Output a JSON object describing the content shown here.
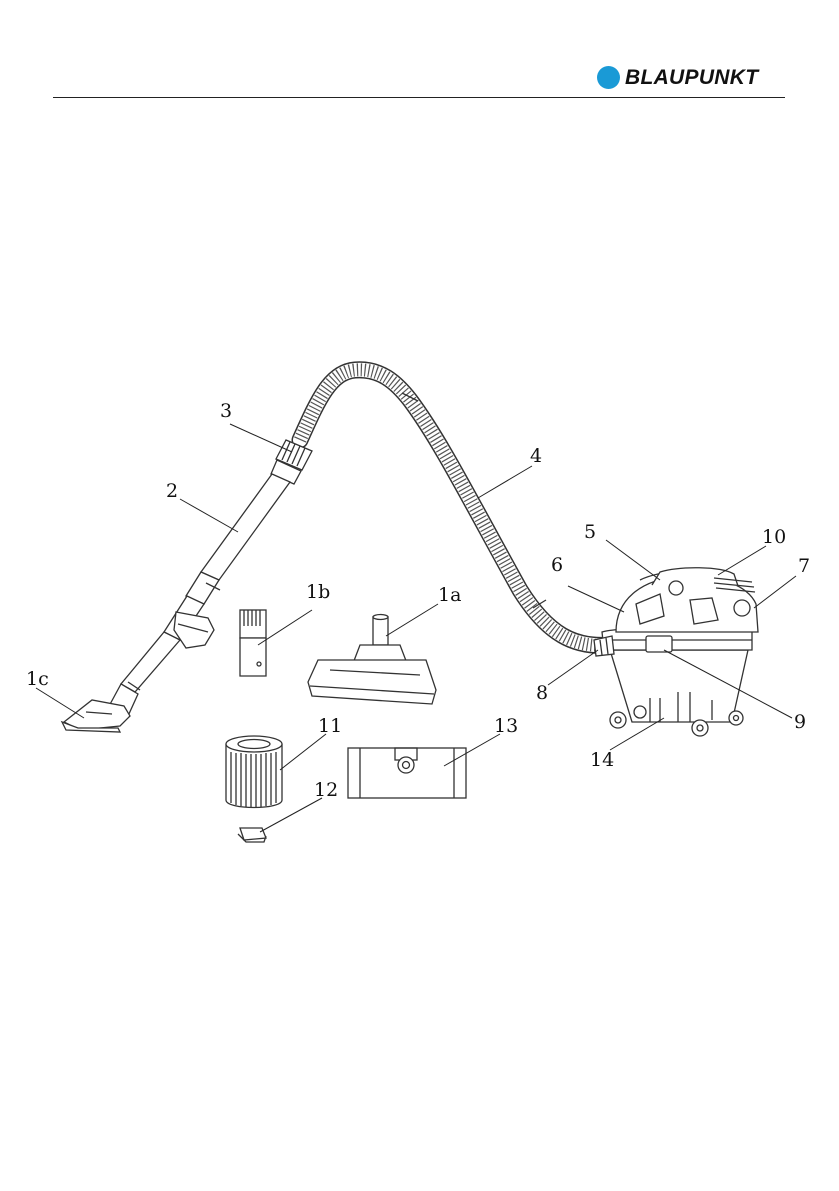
{
  "header": {
    "brand": "BLAUPUNKT",
    "brand_color": "#1a9ad6"
  },
  "callouts": [
    {
      "id": "1a",
      "label": "1a"
    },
    {
      "id": "1b",
      "label": "1b"
    },
    {
      "id": "1c",
      "label": "1c"
    },
    {
      "id": "2",
      "label": "2"
    },
    {
      "id": "3",
      "label": "3"
    },
    {
      "id": "4",
      "label": "4"
    },
    {
      "id": "5",
      "label": "5"
    },
    {
      "id": "6",
      "label": "6"
    },
    {
      "id": "7",
      "label": "7"
    },
    {
      "id": "8",
      "label": "8"
    },
    {
      "id": "9",
      "label": "9"
    },
    {
      "id": "10",
      "label": "10"
    },
    {
      "id": "11",
      "label": "11"
    },
    {
      "id": "12",
      "label": "12"
    },
    {
      "id": "13",
      "label": "13"
    },
    {
      "id": "14",
      "label": "14"
    }
  ]
}
